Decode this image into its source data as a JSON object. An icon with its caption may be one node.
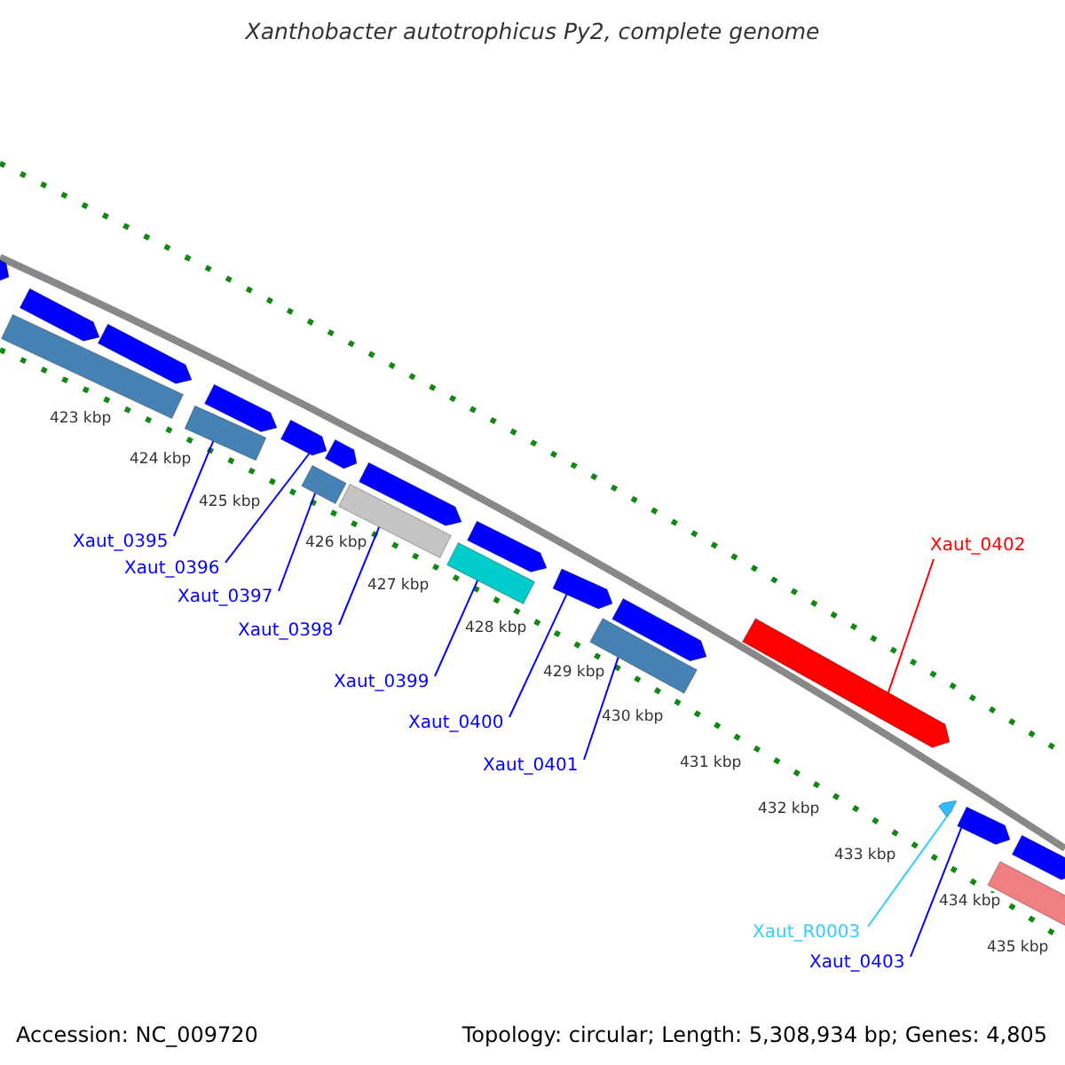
{
  "diagram": {
    "title": "Xanthobacter autotrophicus Py2, complete genome",
    "nodes": [
      {
        "text": [],
        "shape": "bar"
      },
      {
        "text": [],
        "shape": "bar"
      },
      {
        "text": [],
        "shape": "bar"
      },
      {
        "text": [],
        "shape": "bar"
      },
      {
        "text": [],
        "shape": "bar"
      },
      {
        "text": [],
        "shape": "bar"
      },
      {
        "text": [],
        "shape": "bar"
      },
      {
        "text": [],
        "shape": "bar"
      },
      {
        "text": [],
        "shape": "bar"
      },
      {
        "text": [],
        "shape": "bar"
      },
      {
        "text": [],
        "shape": "bar"
      },
      {
        "text": [],
        "shape": "bar"
      },
      {
        "text": [],
        "shape": "bar"
      },
      {
        "text": [],
        "shape": "bar"
      },
      {
        "text": [],
        "shape": "bar"
      },
      {
        "text": [],
        "shape": "bar"
      },
      {
        "text": [],
        "shape": "bar"
      },
      {
        "text": [],
        "shape": "bar"
      },
      {
        "text": [],
        "shape": "bar"
      },
      {
        "text": [],
        "shape": "bar"
      },
      {
        "text": [],
        "shape": "bar"
      },
      {
        "text": [
          "Xaut_0395"
        ]
      },
      {
        "text": [
          "Xaut_0396"
        ]
      },
      {
        "text": [
          "Xaut_0397"
        ]
      },
      {
        "text": [
          "Xaut_0398"
        ]
      },
      {
        "text": [
          "Xaut_0399"
        ]
      },
      {
        "text": [
          "Xaut_0400"
        ]
      },
      {
        "text": [
          "Xaut_0401"
        ]
      },
      {
        "text": [
          "Xaut_0402"
        ]
      },
      {
        "text": [
          "Xaut_R0003"
        ]
      },
      {
        "text": [
          "Xaut_0403"
        ]
      }
    ],
    "edges": [
      {
        "from": 21,
        "to": 15,
        "arrow": "none"
      },
      {
        "from": 22,
        "to": 4,
        "arrow": "none"
      },
      {
        "from": 23,
        "to": 16,
        "arrow": "none"
      },
      {
        "from": 24,
        "to": 17,
        "arrow": "none"
      },
      {
        "from": 25,
        "to": 18,
        "arrow": "none"
      },
      {
        "from": 26,
        "to": 8,
        "arrow": "none"
      },
      {
        "from": 27,
        "to": 19,
        "arrow": "none"
      },
      {
        "from": 28,
        "to": 10,
        "arrow": "none",
        "color": "#ff0000"
      },
      {
        "from": 29,
        "to": 11,
        "arrow": "none",
        "color": "#33ccff"
      },
      {
        "from": 30,
        "to": 12,
        "arrow": "none"
      }
    ],
    "labels": [
      "423 kbp",
      "424 kbp",
      "425 kbp",
      "426 kbp",
      "427 kbp",
      "428 kbp",
      "429 kbp",
      "430 kbp",
      "431 kbp",
      "432 kbp",
      "433 kbp",
      "434 kbp",
      "435 kbp",
      "Accession: NC_009720",
      "Topology: circular; Length: 5,308,934 bp; Genes: 4,805"
    ]
  }
}
